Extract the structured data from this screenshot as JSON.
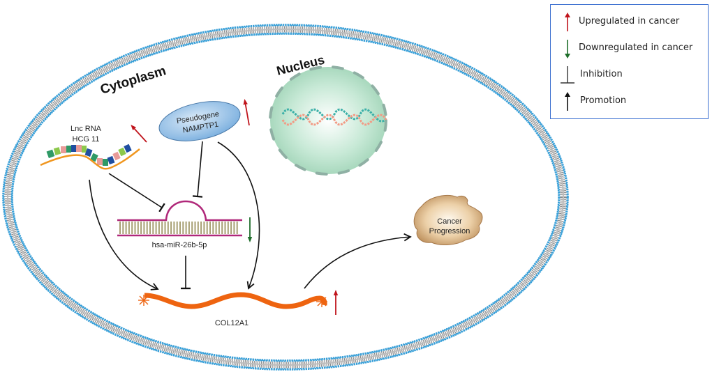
{
  "compartments": {
    "cytoplasm": "Cytoplasm",
    "nucleus": "Nucleus"
  },
  "nodes": {
    "lncrna": {
      "line1": "Lnc RNA",
      "line2": "HCG 11",
      "regulation": "up"
    },
    "pseudogene": {
      "line1": "Pseudogene",
      "line2": "NAMPTP1",
      "regulation": "up"
    },
    "mirna": {
      "label": "hsa-miR-26b-5p",
      "regulation": "down"
    },
    "col12a1": {
      "label": "COL12A1",
      "regulation": "up"
    },
    "cancer": {
      "line1": "Cancer",
      "line2": "Progression"
    }
  },
  "edges": [
    {
      "from": "Lnc RNA HCG 11",
      "to": "hsa-miR-26b-5p",
      "type": "inhibition"
    },
    {
      "from": "Pseudogene NAMPTP1",
      "to": "hsa-miR-26b-5p",
      "type": "inhibition"
    },
    {
      "from": "hsa-miR-26b-5p",
      "to": "COL12A1",
      "type": "inhibition"
    },
    {
      "from": "Lnc RNA HCG 11",
      "to": "COL12A1",
      "type": "promotion"
    },
    {
      "from": "Pseudogene NAMPTP1",
      "to": "COL12A1",
      "type": "promotion"
    },
    {
      "from": "COL12A1",
      "to": "Cancer Progression",
      "type": "promotion"
    }
  ],
  "legend": {
    "items": [
      {
        "icon": "red-up-arrow-icon",
        "label": "Upregulated in cancer"
      },
      {
        "icon": "green-down-arrow-icon",
        "label": "Downregulated in cancer"
      },
      {
        "icon": "inhibition-icon",
        "label": "Inhibition"
      },
      {
        "icon": "black-up-arrow-icon",
        "label": "Promotion"
      }
    ]
  },
  "colors": {
    "upregulated": "#c0141c",
    "downregulated": "#1e6e2a",
    "membrane_head": "#3aa0d8",
    "membrane_tail": "#8a8a8a",
    "nucleus_fill": "#a9d9bf",
    "pseudogene_fill": "#8fbde6",
    "mirna_strand": "#b0287a",
    "mirna_bases": "#a79f72",
    "col12a1": "#ee6410",
    "cancer_fill": "#d3a874",
    "legend_border": "#3b6fd0"
  }
}
